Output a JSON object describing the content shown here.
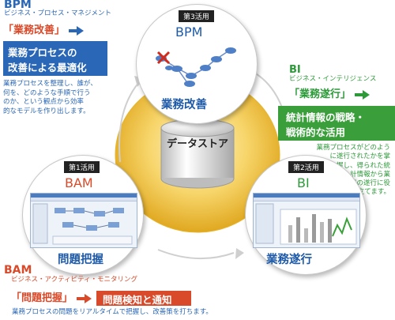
{
  "bpm": {
    "title": "BPM",
    "subtitle": "ビジネス・プロセス・マネジメント",
    "tag": "「業務改善」",
    "box_line1": "業務プロセスの",
    "box_line2": "改善による最適化",
    "desc_line1": "業務プロセスを整理し、誰が、",
    "desc_line2": "何を、どのような手順で行う",
    "desc_line3": "のか、という観点から効率",
    "desc_line4": "的なモデルを作り出します。"
  },
  "bi": {
    "title": "BI",
    "subtitle": "ビジネス・インテリジェンス",
    "tag": "「業務遂行」",
    "box_line1": "統計情報の戦略・",
    "box_line2": "戦術的な活用",
    "desc_line1": "業務プロセスがどのよう",
    "desc_line2": "に遂行されたかを掌",
    "desc_line3": "握し、得られた統",
    "desc_line4": "計情報から業",
    "desc_line5": "務の遂行に役",
    "desc_line6": "立てます。"
  },
  "bam": {
    "title": "BAM",
    "subtitle": "ビジネス・アクティビティ・モニタリング",
    "tag": "「問題把握」",
    "box": "問題検知と通知",
    "desc": "業務プロセスの問題をリアルタイムで把握し、改善策を打ちます。"
  },
  "circles": {
    "top": {
      "badge": "第3活用",
      "name": "BPM",
      "label": "業務改善"
    },
    "left": {
      "badge": "第1活用",
      "name": "BAM",
      "label": "問題把握"
    },
    "right": {
      "badge": "第2活用",
      "name": "BI",
      "label": "業務遂行"
    }
  },
  "center": {
    "label": "データストア"
  },
  "colors": {
    "blue": "#2a67b6",
    "red": "#d94a2a",
    "green": "#3a9f3a",
    "gold": "#f2c23a"
  }
}
